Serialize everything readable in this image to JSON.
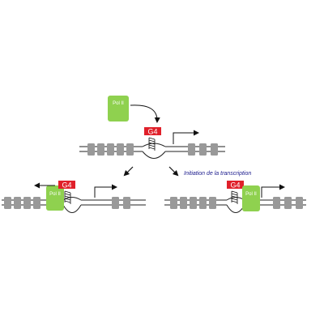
{
  "labels": {
    "polymerase": "Pol II",
    "quadruplex": "G4",
    "caption": "Initiation de la transcription"
  },
  "colors": {
    "polymerase": "#8fd14f",
    "quadruplex": "#e0202a",
    "nucleosome": "#999999",
    "dna": "#222222",
    "caption": "#1a1a8c"
  },
  "icons": {
    "arrow_down_left": "arrow-down-left-icon",
    "arrow_down_right": "arrow-down-right-icon",
    "tss_arrow": "tss-arrow-icon",
    "backward_arrow": "backward-arrow-icon"
  }
}
